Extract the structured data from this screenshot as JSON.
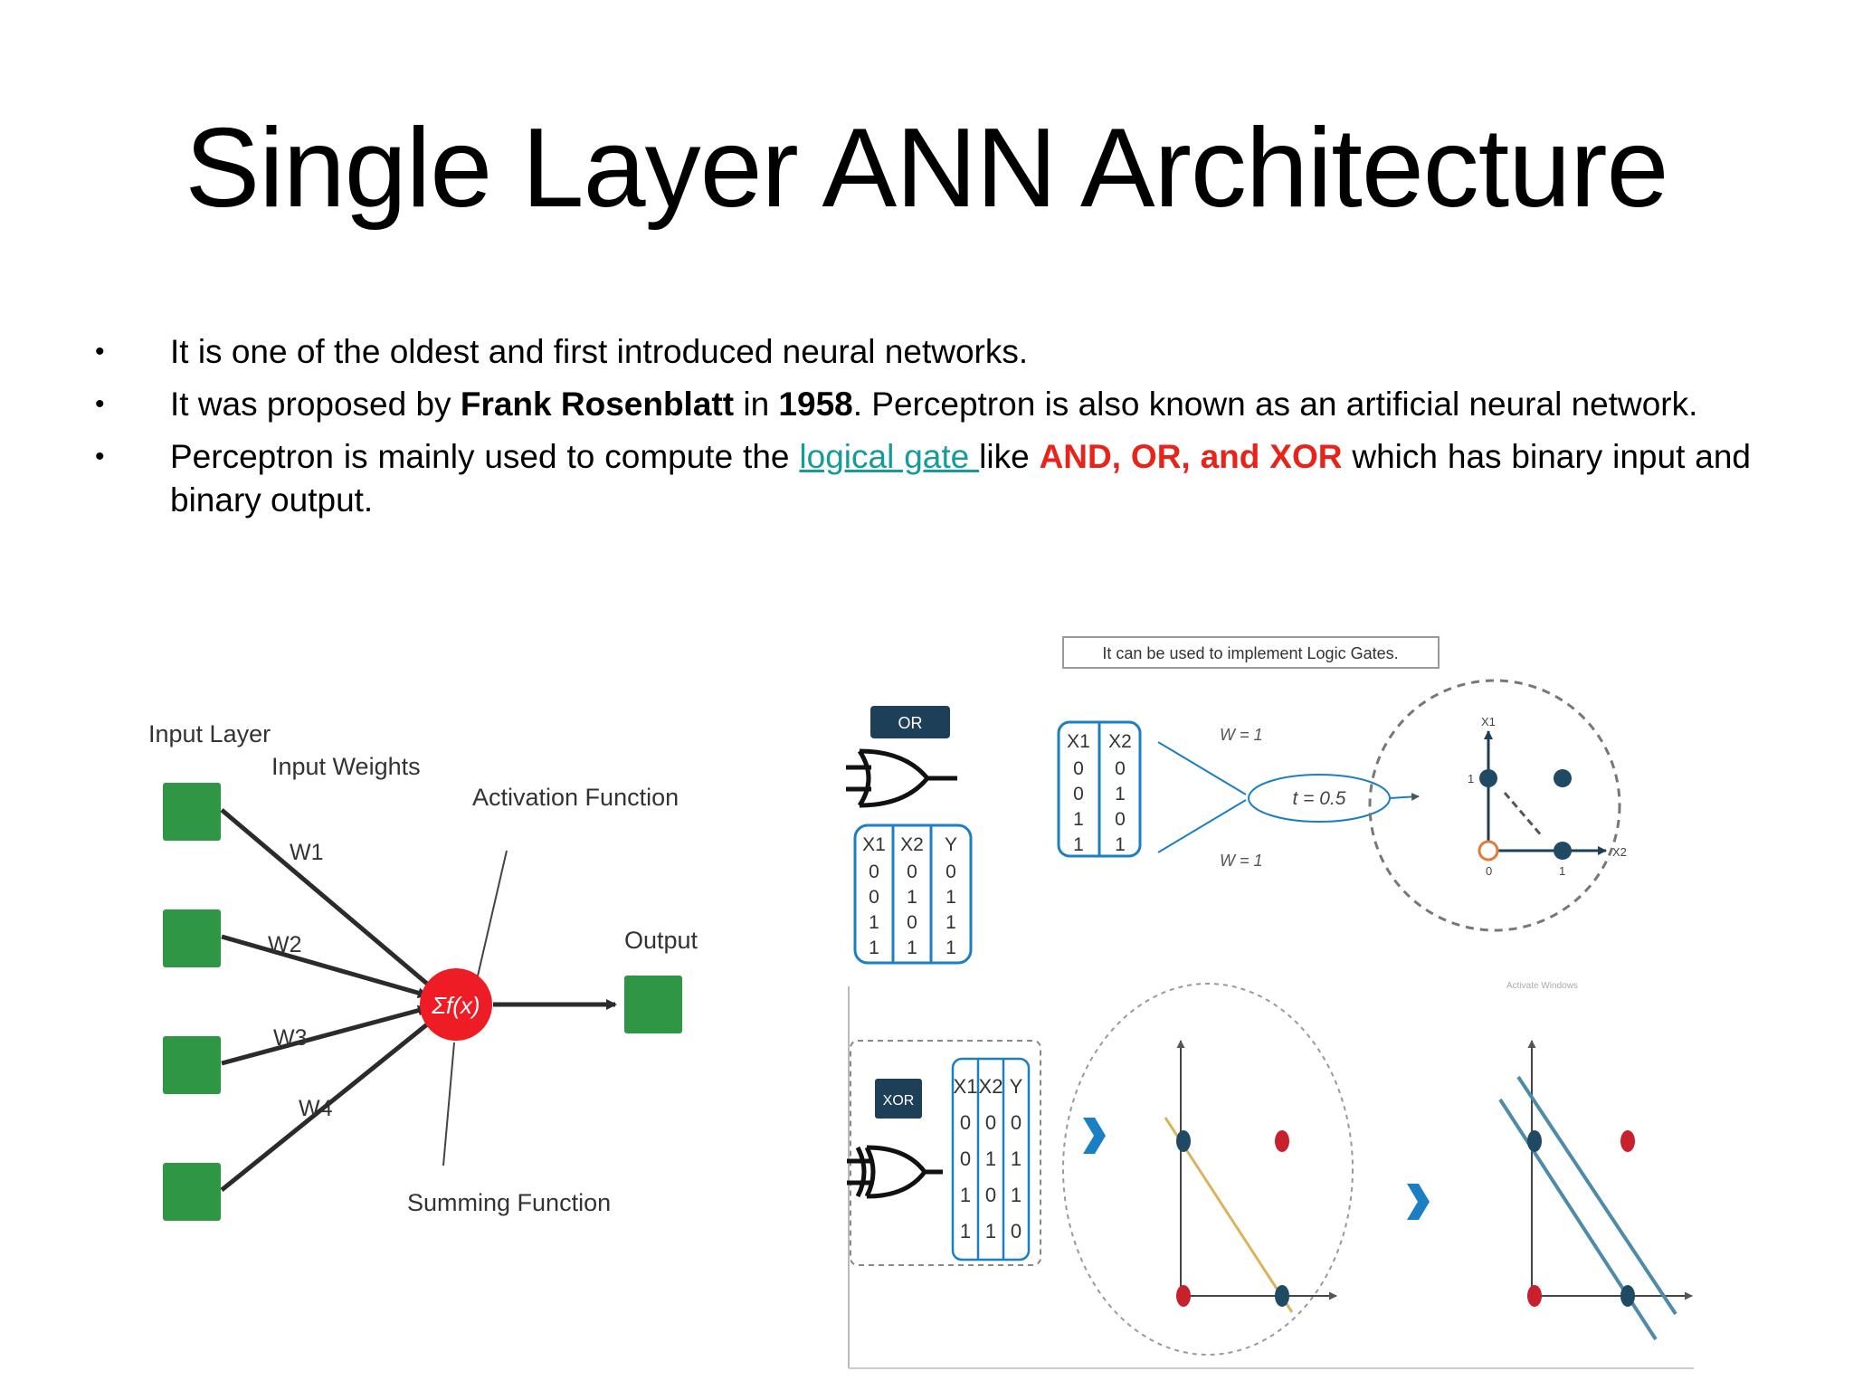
{
  "title": "Single Layer ANN Architecture",
  "bullets": [
    {
      "text": "It is one of the oldest and first introduced neural networks."
    },
    {
      "pre": "It was proposed by ",
      "bold1": "Frank Rosenblatt",
      "mid": " in ",
      "bold2": "1958",
      "post": ". Perceptron is also known as an artificial neural network."
    },
    {
      "pre": "Perceptron is mainly used to compute the ",
      "link": "logical gate ",
      "mid": "like ",
      "red": "AND, OR, and XOR",
      "post": " which has binary input and binary output."
    }
  ],
  "bullet_symbol": "•",
  "network": {
    "input_layer": "Input Layer",
    "input_weights": "Input Weights",
    "activation": "Activation Function",
    "output": "Output",
    "summing": "Summing Function",
    "neuron": "Σf(x)",
    "weights": [
      "W1",
      "W2",
      "W3",
      "W4"
    ],
    "colors": {
      "node": "#2e9645",
      "neuron": "#ee1c24"
    }
  },
  "gates": {
    "banner": "It can be used to implement Logic Gates.",
    "or_label": "OR",
    "xor_label": "XOR",
    "or_table": {
      "headers": [
        "X1",
        "X2",
        "Y"
      ],
      "rows": [
        [
          "0",
          "0",
          "0"
        ],
        [
          "0",
          "1",
          "1"
        ],
        [
          "1",
          "0",
          "1"
        ],
        [
          "1",
          "1",
          "1"
        ]
      ]
    },
    "x_table": {
      "headers": [
        "X1",
        "X2"
      ],
      "rows": [
        [
          "0",
          "0"
        ],
        [
          "0",
          "1"
        ],
        [
          "1",
          "0"
        ],
        [
          "1",
          "1"
        ]
      ]
    },
    "xor_table": {
      "headers": [
        "X1",
        "X2",
        "Y"
      ],
      "rows": [
        [
          "0",
          "0",
          "0"
        ],
        [
          "0",
          "1",
          "1"
        ],
        [
          "1",
          "0",
          "1"
        ],
        [
          "1",
          "1",
          "0"
        ]
      ]
    },
    "w_top": "W = 1",
    "w_bottom": "W = 1",
    "threshold": "t = 0.5",
    "plot_labels": {
      "x1": "X1",
      "x2": "X2",
      "one_y": "1",
      "zero": "0",
      "one_x": "1"
    },
    "watermark": "Activate Windows",
    "colors": {
      "dark": "#1d3f57",
      "blue": "#1b7fc4",
      "point": "#1e4b63",
      "red": "#c8202c",
      "orange": "#e07b39",
      "yellow_line": "#d9b45a"
    }
  }
}
